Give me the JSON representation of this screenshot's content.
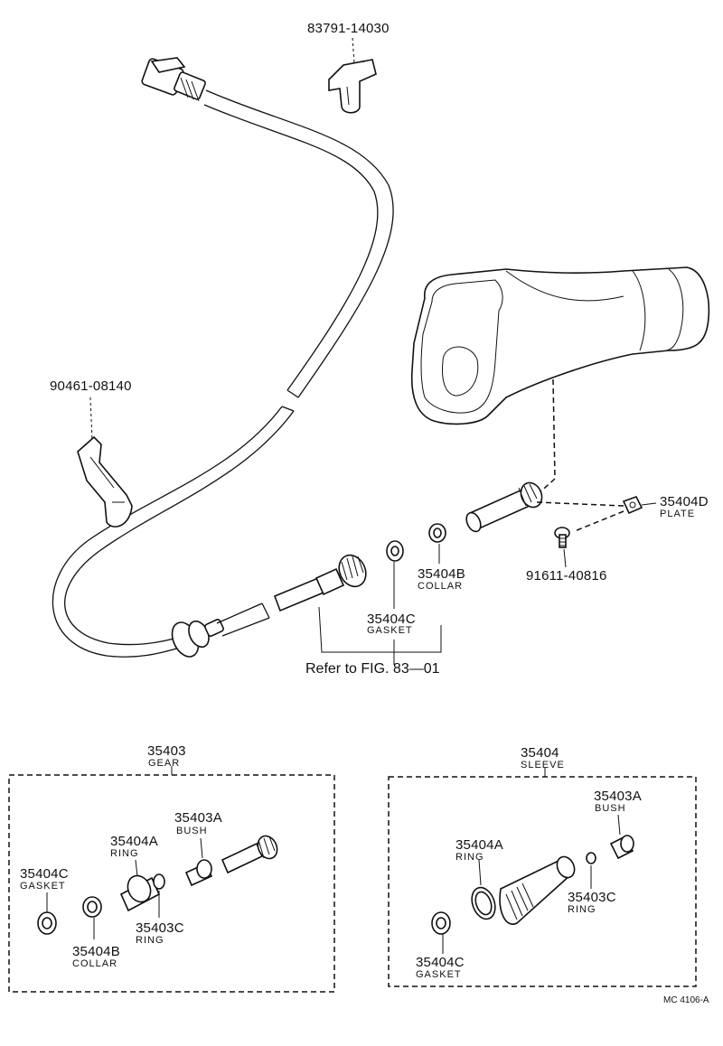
{
  "labels": {
    "clamp_top": {
      "part_no": "83791-14030"
    },
    "clamp_left": {
      "part_no": "90461-08140"
    },
    "plate": {
      "part_no": "35404D",
      "name": "PLATE"
    },
    "bolt": {
      "part_no": "91611-40816"
    },
    "collar_main": {
      "part_no": "35404B",
      "name": "COLLAR"
    },
    "gasket_main": {
      "part_no": "35404C",
      "name": "GASKET"
    },
    "reference": "Refer to FIG. 83—01"
  },
  "gear_group": {
    "part_no": "35403",
    "name": "GEAR",
    "items": [
      {
        "part_no": "35403A",
        "name": "BUSH"
      },
      {
        "part_no": "35404A",
        "name": "RING"
      },
      {
        "part_no": "35404C",
        "name": "GASKET"
      },
      {
        "part_no": "35403C",
        "name": "RING"
      },
      {
        "part_no": "35404B",
        "name": "COLLAR"
      }
    ]
  },
  "sleeve_group": {
    "part_no": "35404",
    "name": "SLEEVE",
    "items": [
      {
        "part_no": "35403A",
        "name": "BUSH"
      },
      {
        "part_no": "35404A",
        "name": "RING"
      },
      {
        "part_no": "35403C",
        "name": "RING"
      },
      {
        "part_no": "35404C",
        "name": "GASKET"
      }
    ]
  },
  "footer_code": "MC 4106-A"
}
